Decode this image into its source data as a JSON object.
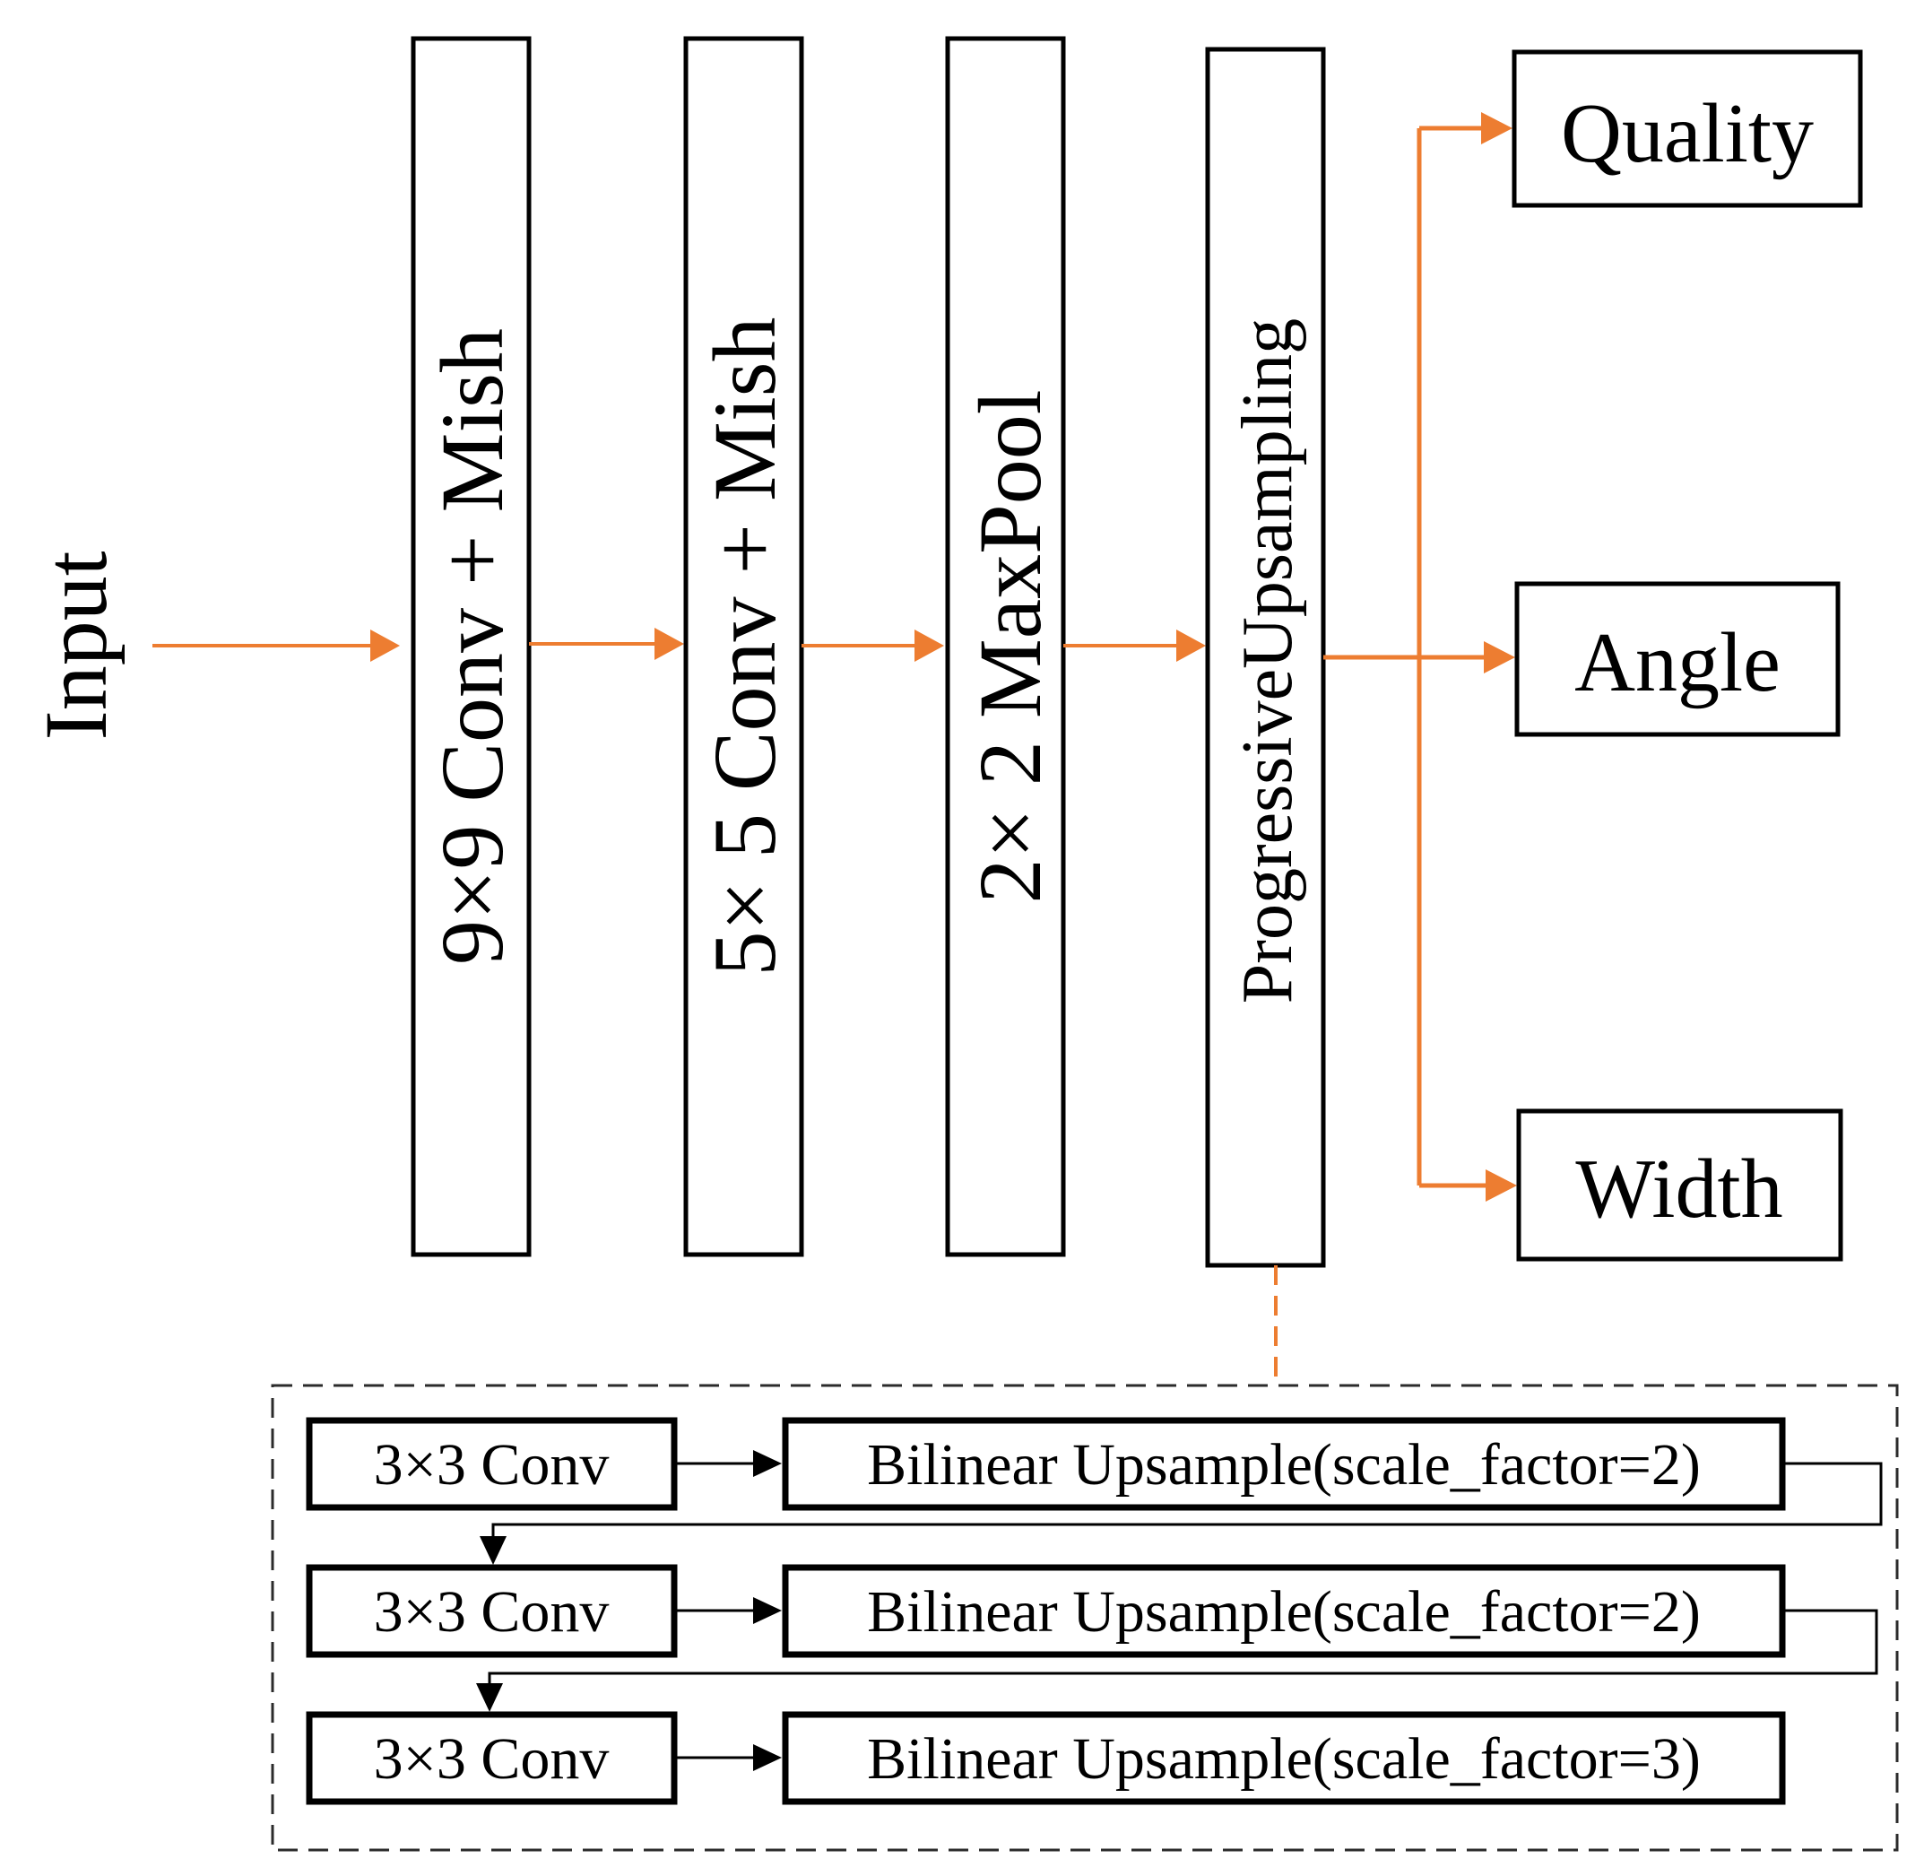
{
  "colors": {
    "arrow": "#ed7d31",
    "box_stroke": "#000000",
    "text": "#000000",
    "background": "#ffffff"
  },
  "input": {
    "label": "Input"
  },
  "stages": [
    {
      "label": "9×9 Conv + Mish"
    },
    {
      "label": "5× 5 Conv + Mish"
    },
    {
      "label": "2× 2 MaxPool"
    },
    {
      "label": "ProgressiveUpsampling"
    }
  ],
  "outputs": [
    {
      "label": "Quality"
    },
    {
      "label": "Angle"
    },
    {
      "label": "Width"
    }
  ],
  "upsampling_detail": {
    "rows": [
      {
        "conv": "3×3 Conv",
        "upsample": "Bilinear Upsample(scale_factor=2)"
      },
      {
        "conv": "3×3 Conv",
        "upsample": "Bilinear Upsample(scale_factor=2)"
      },
      {
        "conv": "3×3 Conv",
        "upsample": "Bilinear Upsample(scale_factor=3)"
      }
    ]
  }
}
